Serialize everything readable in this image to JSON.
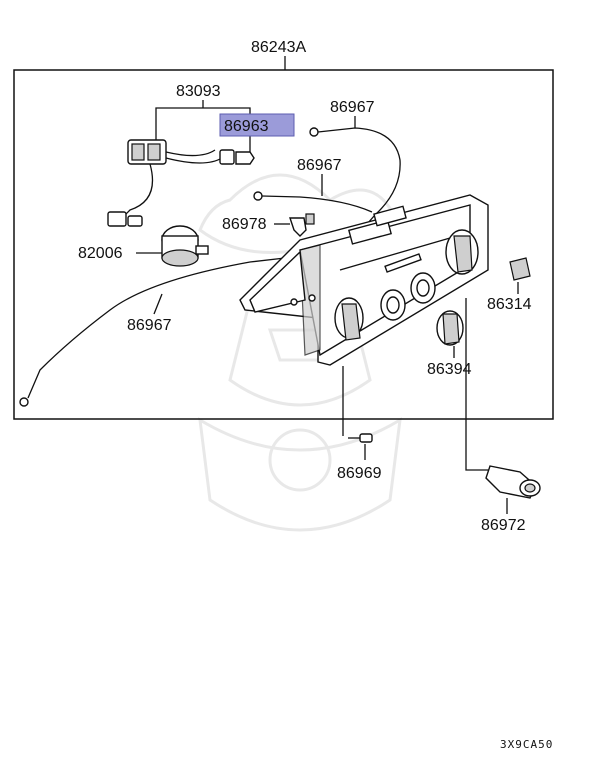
{
  "diagram": {
    "assembly_label": "86243A",
    "drawing_code": "3X9CA50",
    "highlight_color": "#9b9bd9",
    "callouts": [
      {
        "id": "83093",
        "text": "83093"
      },
      {
        "id": "86963",
        "text": "86963",
        "highlighted": true
      },
      {
        "id": "86967_top",
        "text": "86967"
      },
      {
        "id": "86967_mid",
        "text": "86967"
      },
      {
        "id": "86978",
        "text": "86978"
      },
      {
        "id": "82006",
        "text": "82006"
      },
      {
        "id": "86967_left",
        "text": "86967"
      },
      {
        "id": "86314",
        "text": "86314"
      },
      {
        "id": "86394",
        "text": "86394"
      },
      {
        "id": "86969",
        "text": "86969"
      },
      {
        "id": "86972",
        "text": "86972"
      }
    ]
  }
}
